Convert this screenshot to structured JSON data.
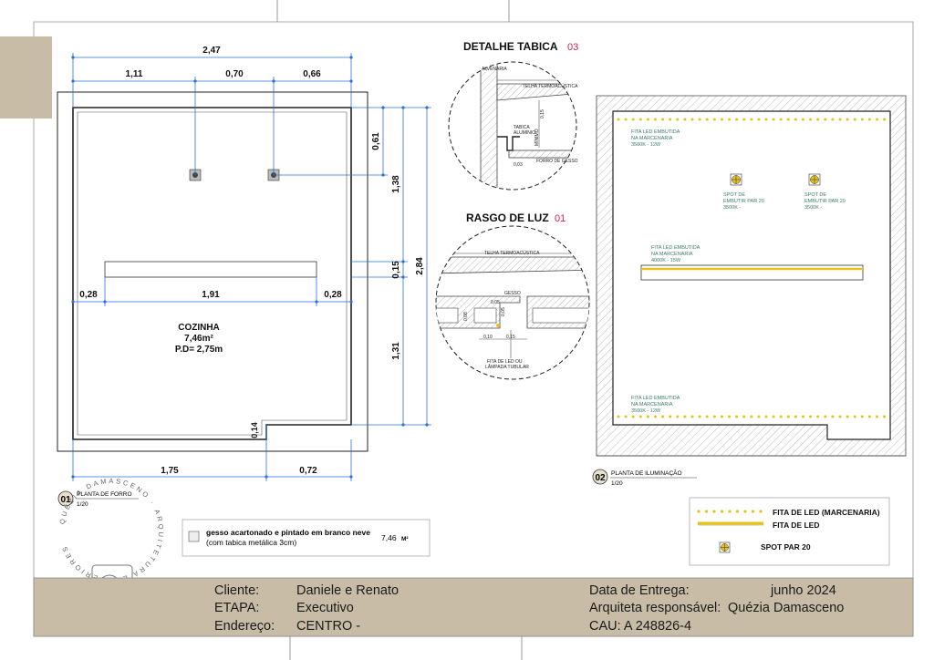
{
  "plan_forro": {
    "number": "01",
    "name": "PLANTA DE FORRO",
    "scale": "1/20",
    "dims_top": {
      "total": "2,47",
      "left": "1,11",
      "mid": "0,70",
      "right": "0,66"
    },
    "dims_right": {
      "top": "0,61",
      "upper": "1,38",
      "slot": "0,15",
      "total": "2,84",
      "lower": "1,31",
      "step": "0,14"
    },
    "dims_mid": {
      "left": "0,28",
      "center": "1,91",
      "right": "0,28"
    },
    "dims_bottom": {
      "left": "1,75",
      "right": "0,72"
    },
    "room": {
      "name": "COZINHA",
      "area": "7,46m²",
      "height": "P.D= 2,75m"
    }
  },
  "detalhe_tabica": {
    "title": "DETALHE TABICA",
    "number": "03",
    "labels": {
      "alvenaria": "ALVENARIA",
      "telha": "TELHA TERMOACÚSTICA",
      "tabica": "TABICA",
      "aluminio": "ALUMÍNIO",
      "minimo": "MÍNIMO",
      "dim": "0,15",
      "gap": "0,03",
      "forro": "FORRO DE GESSO"
    }
  },
  "rasgo_luz": {
    "title": "RASGO DE LUZ",
    "number": "01",
    "labels": {
      "telha": "TELHA TERMOACÚSTICA",
      "gesso": "GESSO",
      "d1": "0,08",
      "d2": "0,05",
      "d3": "0,05",
      "d4": "0,10",
      "d5": "0,15",
      "fita": "FITA DE LED OU",
      "lampada": "LÂMPADA TUBULAR"
    }
  },
  "plan_iluminacao": {
    "number": "02",
    "name": "PLANTA DE ILUMINAÇÃO",
    "scale": "1/20",
    "fita_top": [
      "FITA LED EMBUTIDA",
      "NA MARCENARIA",
      "3500K - 12W"
    ],
    "spot1": [
      "SPOT DE",
      "EMBUTIR PAR 20",
      "3500K -"
    ],
    "spot2": [
      "SPOT DE",
      "EMBUTIR PAR 20",
      "3500K -"
    ],
    "fita_mid": [
      "FITA LED EMBUTIDA",
      "NA MARCENARIA",
      "4000K - 15W"
    ],
    "fita_bot": [
      "FITA LED EMBUTIDA",
      "NA MARCENARIA",
      "3500K - 12W"
    ]
  },
  "legend": {
    "items": [
      "FITA DE LED (MARCENARIA)",
      "FITA DE LED",
      "SPOT PAR 20"
    ]
  },
  "material": {
    "name_bold": "gesso acartonado e pintado em branco neve",
    "name_rest": "(com tabica metálica 3cm)",
    "qty": "7,46",
    "unit": "M²"
  },
  "title_block": {
    "cliente_label": "Cliente:",
    "cliente": "Daniele e Renato",
    "etapa_label": "ETAPA:",
    "etapa": "Executivo",
    "endereco_label": "Endereço:",
    "endereco": "CENTRO -",
    "entrega_label": "Data de Entrega:",
    "entrega": "junho 2024",
    "arquiteta_label": "Arquiteta responsável:",
    "arquiteta": "Quézia Damasceno",
    "cau": "CAU: A 248826-4"
  },
  "logo": {
    "text": "QUÉZIA DAMASCENO · ARQUITETURA E INTERIORES"
  },
  "colors": {
    "dim": "#2a6fd6",
    "led": "#e8c21a",
    "titleblock": "#c8bca6",
    "accent": "#d0204a",
    "note": "#3a7a6a"
  }
}
